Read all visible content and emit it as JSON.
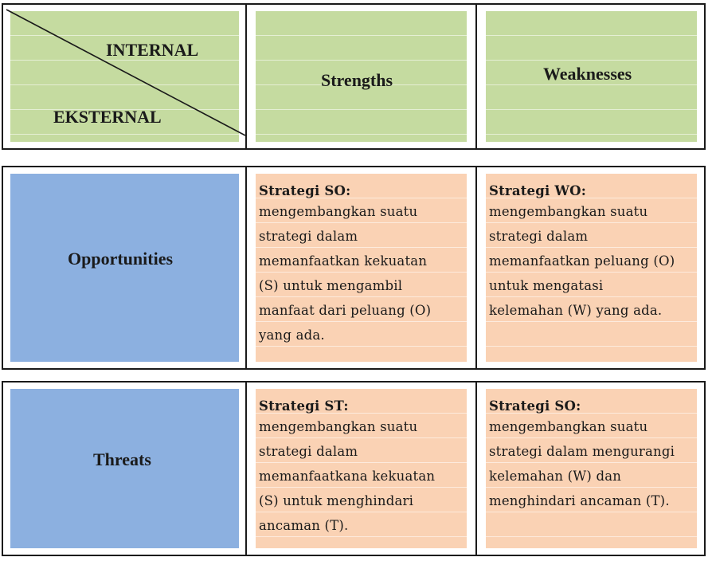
{
  "header": {
    "internal_label": "INTERNAL",
    "external_label": "EKSTERNAL",
    "strengths_label": "Strengths",
    "weaknesses_label": "Weaknesses"
  },
  "rows": {
    "opportunities_label": "Opportunities",
    "threats_label": "Threats"
  },
  "cells": {
    "so": {
      "title": "Strategi SO:",
      "lines": [
        "mengembangkan suatu",
        "strategi dalam",
        "memanfaatkan kekuatan",
        "(S) untuk mengambil",
        "manfaat dari peluang (O)",
        "yang ada."
      ]
    },
    "wo": {
      "title": "Strategi WO:",
      "lines": [
        "mengembangkan suatu",
        "strategi dalam",
        "memanfaatkan peluang (O)",
        "untuk mengatasi",
        "kelemahan (W) yang ada."
      ]
    },
    "st": {
      "title": "Strategi ST:",
      "lines": [
        "mengembangkan suatu",
        "strategi dalam",
        "memanfaatkana kekuatan",
        "(S) untuk menghindari",
        "ancaman (T)."
      ]
    },
    "wt": {
      "title": "Strategi SO:",
      "lines": [
        "mengembangkan suatu",
        "strategi dalam mengurangi",
        "kelemahan (W) dan",
        "menghindari ancaman (T)."
      ]
    }
  },
  "colors": {
    "header_green": "#c5dba0",
    "row_blue": "#8cb0e0",
    "strategy_peach": "#fad2b4",
    "border": "#1a1a1a"
  }
}
